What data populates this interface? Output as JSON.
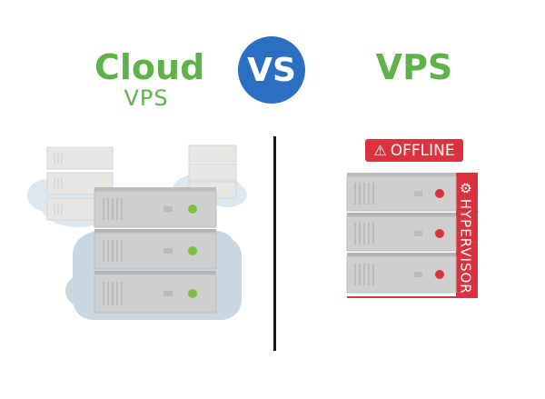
{
  "left": {
    "title": "Cloud",
    "subtitle": "VPS"
  },
  "center": {
    "vs_label": "VS"
  },
  "right": {
    "title": "VPS",
    "offline_label": "OFFLINE",
    "hypervisor_label": "HYPERVISOR"
  },
  "icons": {
    "warning": "warning-triangle-icon",
    "gear": "gear-icon"
  },
  "colors": {
    "green": "#5fb24a",
    "blue": "#2a6fc2",
    "red": "#d9333f",
    "server_gray": "#cfcfcf",
    "cloud_blue": "#c9d7e3"
  }
}
